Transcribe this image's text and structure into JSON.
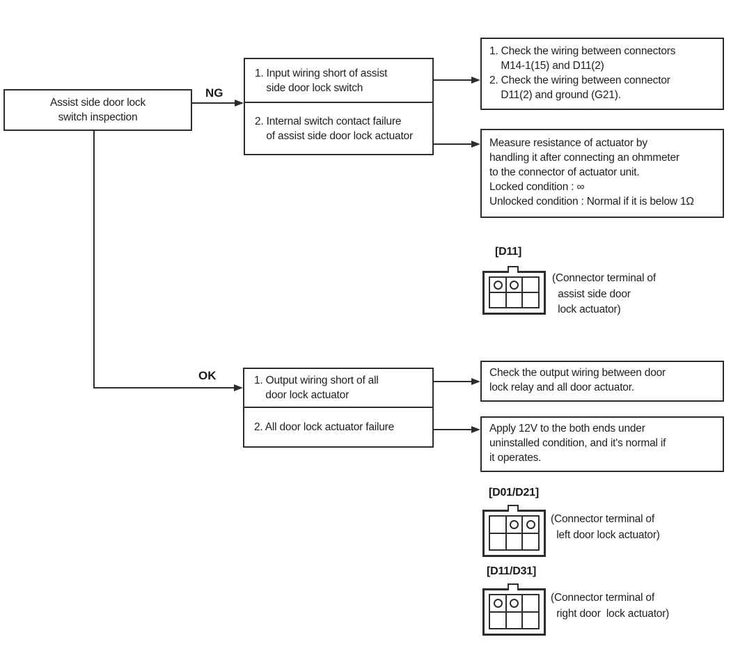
{
  "flow": {
    "start_box": "Assist side door lock\nswitch inspection",
    "branch_ng_label": "NG",
    "branch_ok_label": "OK",
    "ng_causes": {
      "item1": "1. Input wiring short of assist\n    side door lock switch",
      "item2": "2. Internal switch contact failure\n    of assist side door lock actuator"
    },
    "ng_actions": {
      "action1": "1. Check the wiring between connectors\n    M14-1(15) and D11(2)\n2. Check the wiring between connector\n    D11(2) and ground (G21).",
      "action2": "Measure resistance of actuator by\nhandling it after connecting an ohmmeter\nto the connector of actuator unit.\nLocked condition : ∞\nUnlocked condition : Normal if it is below 1Ω"
    },
    "ok_causes": {
      "item1": "1. Output wiring short of all\n    door lock actuator",
      "item2": "2. All door lock actuator failure"
    },
    "ok_actions": {
      "action1": "Check the output wiring between door\nlock relay and all door actuator.",
      "action2": "Apply 12V to the both ends under\nuninstalled condition, and it's normal if\nit operates."
    }
  },
  "connectors": [
    {
      "id": "[D11]",
      "pins": [
        0,
        1
      ],
      "caption": "(Connector terminal of\n  assist side door\n  lock actuator)"
    },
    {
      "id": "[D01/D21]",
      "pins": [
        1,
        2
      ],
      "caption": "(Connector terminal of\n  left door lock actuator)"
    },
    {
      "id": "[D11/D31]",
      "pins": [
        0,
        1
      ],
      "caption": "(Connector terminal of\n  right door  lock actuator)"
    }
  ],
  "colors": {
    "line": "#2d2d2d",
    "text": "#1e1e1e",
    "background": "#ffffff"
  }
}
